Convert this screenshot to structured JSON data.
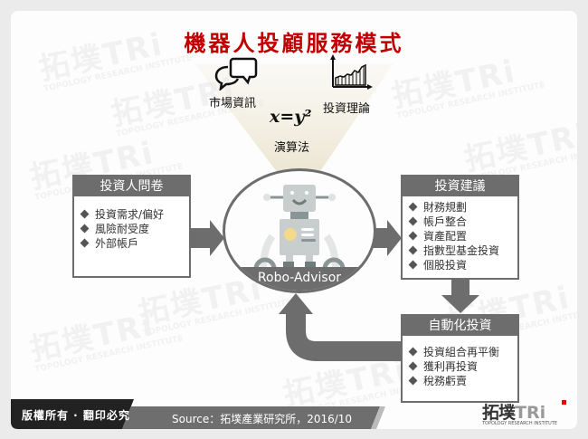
{
  "title": "機器人投顧服務模式",
  "inputs_top": {
    "market_info": "市場資訊",
    "investment_theory": "投資理論",
    "algorithm": "演算法",
    "formula": "x=y²"
  },
  "center": {
    "label": "Robo-Advisor"
  },
  "left_box": {
    "header": "投資人問卷",
    "items": [
      "投資需求/偏好",
      "風險耐受度",
      "外部帳戶"
    ]
  },
  "right_box": {
    "header": "投資建議",
    "items": [
      "財務規劃",
      "帳戶整合",
      "資產配置",
      "指數型基金投資",
      "個股投資"
    ]
  },
  "bottom_box": {
    "header": "自動化投資",
    "items": [
      "投資組合再平衡",
      "獲利再投資",
      "稅務虧賣"
    ]
  },
  "footer": {
    "copyright": "版權所有 · 翻印必究",
    "source": "Source：拓墣產業研究所，2016/10",
    "logo_cn": "拓墣",
    "logo_en": "TRi",
    "logo_sub": "TOPOLOGY RESEARCH INSTITUTE"
  },
  "watermark": {
    "cn": "拓墣TRi",
    "en": "TOPOLOGY RESEARCH INSTITUTE"
  },
  "colors": {
    "title": "#c00000",
    "box_header": "#6d6d6d",
    "arrow": "#6d6d6d",
    "beam": "#efe9d8",
    "footer_dark": "#222222"
  }
}
